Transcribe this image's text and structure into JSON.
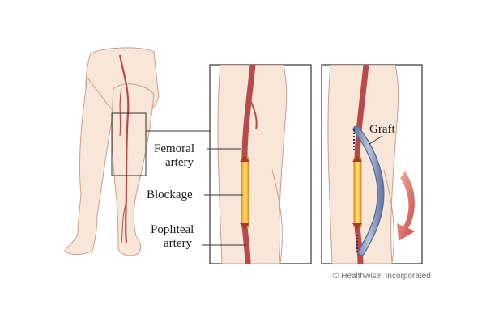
{
  "labels": {
    "femoral_line1": "Femoral",
    "femoral_line2": "artery",
    "blockage": "Blockage",
    "popliteal_line1": "Popliteal",
    "popliteal_line2": "artery",
    "graft": "Graft"
  },
  "copyright": "© Healthwise, Incorporated",
  "colors": {
    "skin": "#f8e6d9",
    "skin_outline": "#c9a08c",
    "artery": "#b94a4a",
    "artery_dark": "#8a2c2c",
    "blockage": "#f2b33a",
    "graft": "#8a9cbf",
    "arrow": "#d9736b"
  }
}
